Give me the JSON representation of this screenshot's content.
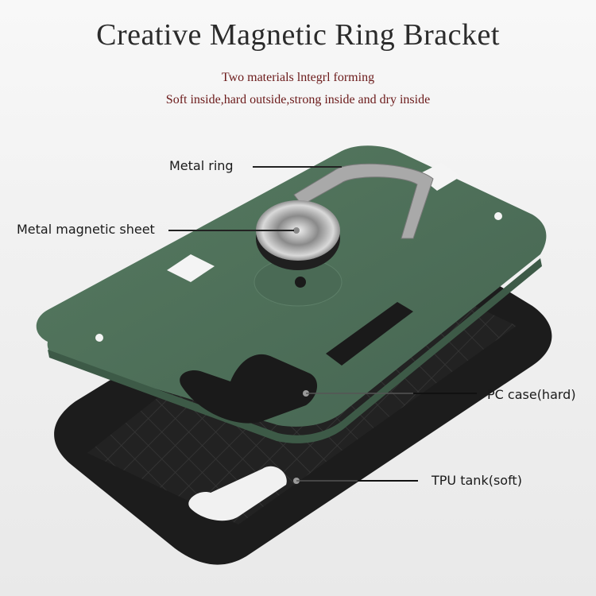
{
  "header": {
    "title": "Creative Magnetic Ring Bracket",
    "subtitle_line1": "Two materials lntegrl forming",
    "subtitle_line2": "Soft inside,hard outside,strong inside and dry inside"
  },
  "callouts": [
    {
      "id": "metal-ring",
      "label": "Metal ring"
    },
    {
      "id": "metal-magnetic-sheet",
      "label": "Metal magnetic sheet"
    },
    {
      "id": "pc-case",
      "label": "PC case(hard)"
    },
    {
      "id": "tpu-tank",
      "label": "TPU tank(soft)"
    }
  ],
  "colors": {
    "pc_case_green": "#4c6b55",
    "tpu_black": "#1c1c1c",
    "title_text": "#2b2b2b",
    "subtitle_text": "#6b1a1a",
    "ring_silver": "#b0b0b0"
  }
}
